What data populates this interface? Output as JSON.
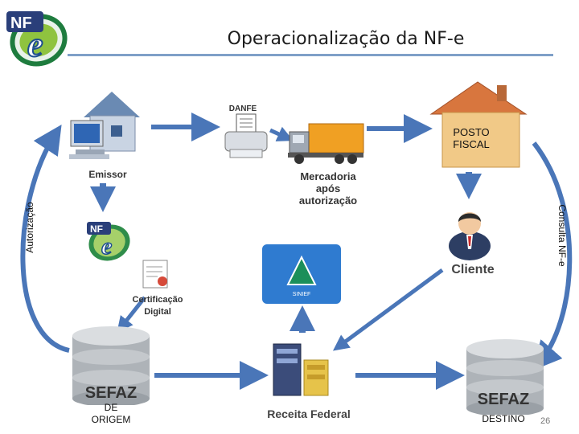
{
  "slide": {
    "title": "Operacionalização da NF-e",
    "page_number": "26"
  },
  "logo": {
    "text_nf": "NF",
    "text_e": "e"
  },
  "nodes": {
    "emissor": "Emissor",
    "danfe": "DANFE",
    "mercadoria": [
      "Mercadoria",
      "após",
      "autorização"
    ],
    "posto_fiscal": [
      "POSTO",
      "FISCAL"
    ],
    "cliente": "Cliente",
    "certificacao": [
      "Certificação",
      "Digital"
    ],
    "receita": "Receita Federal",
    "sefaz_origem": {
      "name": "SEFAZ",
      "caption": [
        "DE",
        "ORIGEM"
      ]
    },
    "sefaz_destino": {
      "name": "SEFAZ",
      "caption": "DESTINO"
    },
    "sinal_text": "SINIEF"
  },
  "flows": {
    "left": "Autorização",
    "right": "Consulta NF-e"
  },
  "colors": {
    "arrow": "#4a76b8",
    "title_rule": "#7fa0c8",
    "house_wall": "#f1c987",
    "roof": "#d8763e"
  }
}
